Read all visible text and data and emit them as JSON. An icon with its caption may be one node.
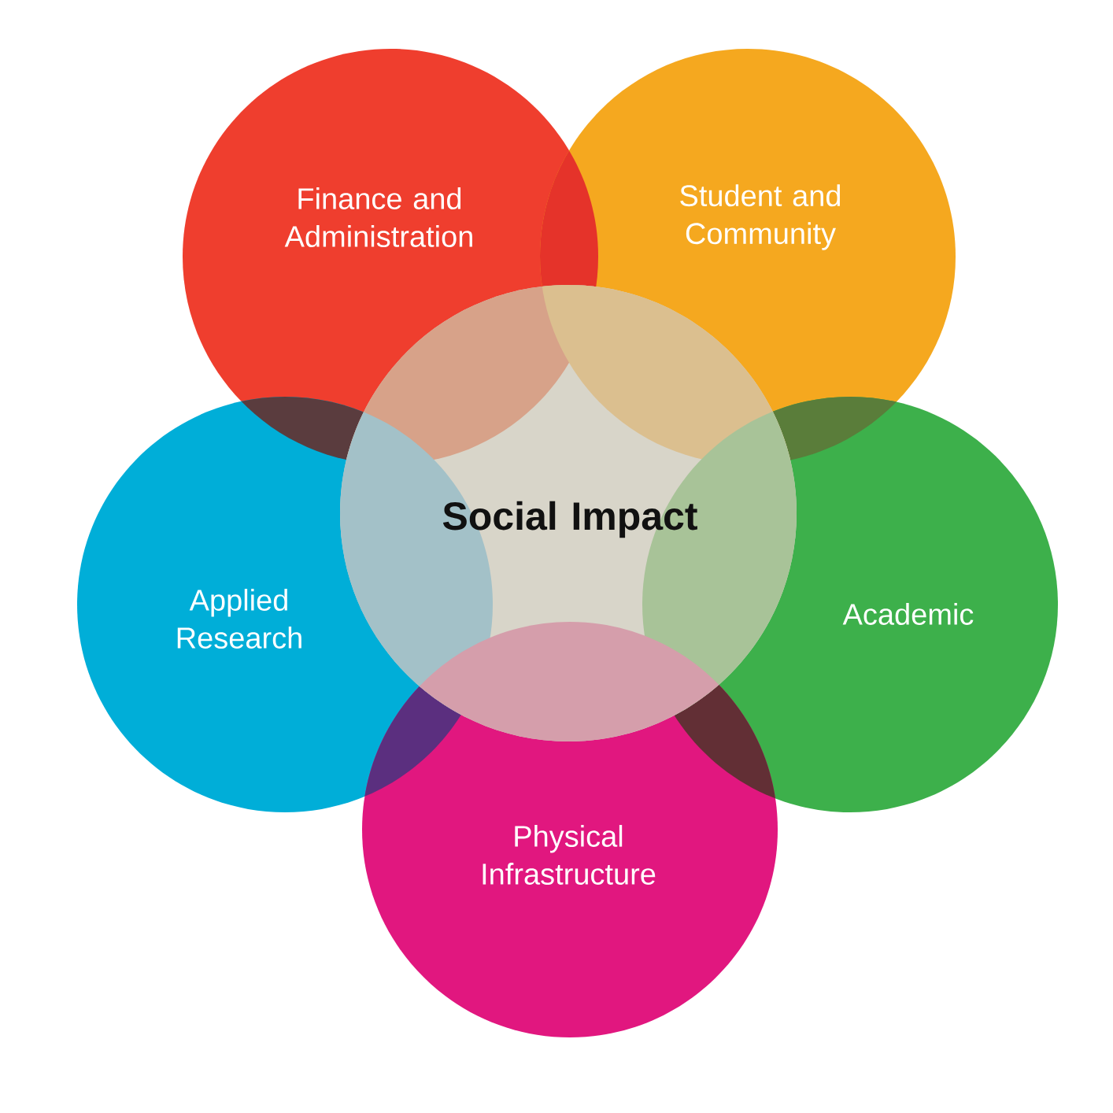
{
  "diagram": {
    "nodes": [
      {
        "text": [
          "Finance and Administration"
        ]
      },
      {
        "text": [
          "Student and Community"
        ]
      },
      {
        "text": [
          "Social Impact"
        ]
      },
      {
        "text": [
          "Applied Research"
        ]
      },
      {
        "text": [
          "Academic"
        ]
      },
      {
        "text": [
          "Physical Infrastructure"
        ]
      }
    ]
  }
}
